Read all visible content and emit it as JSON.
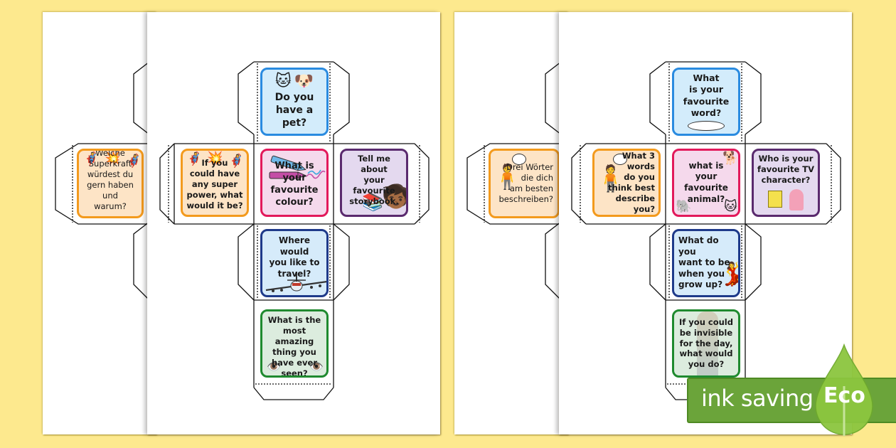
{
  "background_color": "#fde98e",
  "sheets": [
    {
      "name": "german-sheet-back",
      "visible_card": {
        "face": "left",
        "color": "orange",
        "question": "Welche\nSuperkraft\nwürdest du\ngern haben und\nwarum?",
        "icons": [
          "superheroes-icon",
          "bam-burst-icon"
        ]
      }
    },
    {
      "name": "english-sheet-1",
      "cards": [
        {
          "face": "top",
          "color": "blue",
          "question": "Do you\nhave a\npet?",
          "icons": [
            "cat-face-icon",
            "dog-face-icon"
          ]
        },
        {
          "face": "left",
          "color": "orange",
          "question": "If you\ncould have\nany super\npower, what\nwould it be?",
          "icons": [
            "superheroes-icon",
            "bam-burst-icon"
          ]
        },
        {
          "face": "center",
          "color": "pink",
          "question": "What is your\nfavourite\ncolour?",
          "icons": [
            "crayons-icon"
          ]
        },
        {
          "face": "right",
          "color": "purple",
          "question": "Tell me about\nyour favourite\nstorybook.",
          "icons": [
            "reading-child-icon",
            "book-stack-icon"
          ]
        },
        {
          "face": "below",
          "color": "navy",
          "question": "Where would\nyou like to\ntravel?",
          "icons": [
            "airplane-icon"
          ]
        },
        {
          "face": "bottom",
          "color": "green",
          "question": "What is the\nmost amazing\nthing you\nhave ever seen?",
          "icons": [
            "eye-icon",
            "eye-icon"
          ]
        }
      ]
    },
    {
      "name": "german-sheet-back-2",
      "visible_card": {
        "face": "left",
        "color": "orange",
        "question": "Drei Wörter\ndie dich\nam besten\nbeschreiben?",
        "icons": [
          "boy-thinking-icon",
          "speech-bubble-icon"
        ]
      }
    },
    {
      "name": "english-sheet-2",
      "cards": [
        {
          "face": "top",
          "color": "blue",
          "question": "What\nis your\nfavourite\nword?",
          "icons": [
            "speech-bubble-icon"
          ]
        },
        {
          "face": "left",
          "color": "orange",
          "question": "What 3\nwords\ndo you\nthink best\ndescribe\nyou?",
          "icons": [
            "boy-thinking-icon",
            "speech-bubble-icon"
          ]
        },
        {
          "face": "center",
          "color": "pink",
          "question": "what is\nyour favourite\nanimal?",
          "icons": [
            "dog-icon",
            "elephant-icon",
            "cat-icon"
          ]
        },
        {
          "face": "right",
          "color": "purple",
          "question": "Who is your\nfavourite TV\ncharacter?",
          "icons": [
            "sponge-character-icon",
            "pig-character-icon"
          ]
        },
        {
          "face": "below",
          "color": "navy",
          "question": "What do you\nwant to be\nwhen you\ngrow up?",
          "icons": [
            "singer-girl-icon"
          ]
        },
        {
          "face": "bottom",
          "color": "green",
          "question": "If you could\nbe invisible\nfor the day,\nwhat would\nyou do?",
          "icons": [
            "faded-person-icon"
          ]
        }
      ]
    }
  ],
  "badge": {
    "label": "ink saving",
    "eco_label": "Eco",
    "color": "#6ba43a",
    "drop_color": "#8cc63f"
  }
}
